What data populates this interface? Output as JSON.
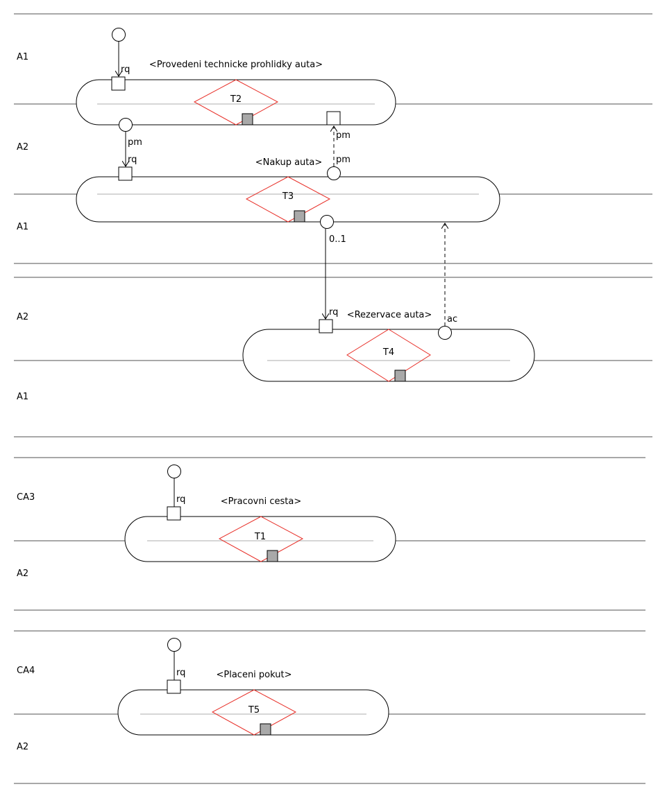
{
  "lanes": {
    "group1": [
      "A1",
      "A2",
      "A1"
    ],
    "group2": [
      "A2",
      "A1"
    ],
    "group3": [
      "CA3",
      "A2"
    ],
    "group4": [
      "CA4",
      "A2"
    ]
  },
  "transactions": [
    {
      "id": "T2",
      "title": "<Provedeni technicke prohlidky auta>"
    },
    {
      "id": "T3",
      "title": "<Nakup auta>"
    },
    {
      "id": "T4",
      "title": "<Rezervace auta>"
    },
    {
      "id": "T1",
      "title": "<Pracovni cesta>"
    },
    {
      "id": "T5",
      "title": "<Placeni pokut>"
    }
  ],
  "labels": {
    "rq": "rq",
    "pm": "pm",
    "ac": "ac",
    "cardinality": "0..1"
  },
  "colors": {
    "diamond": "#e8312a",
    "gray_square": "#a9a9a9",
    "lane_line": "#8c8c8c",
    "lane_mid": "#c8c8c8"
  }
}
